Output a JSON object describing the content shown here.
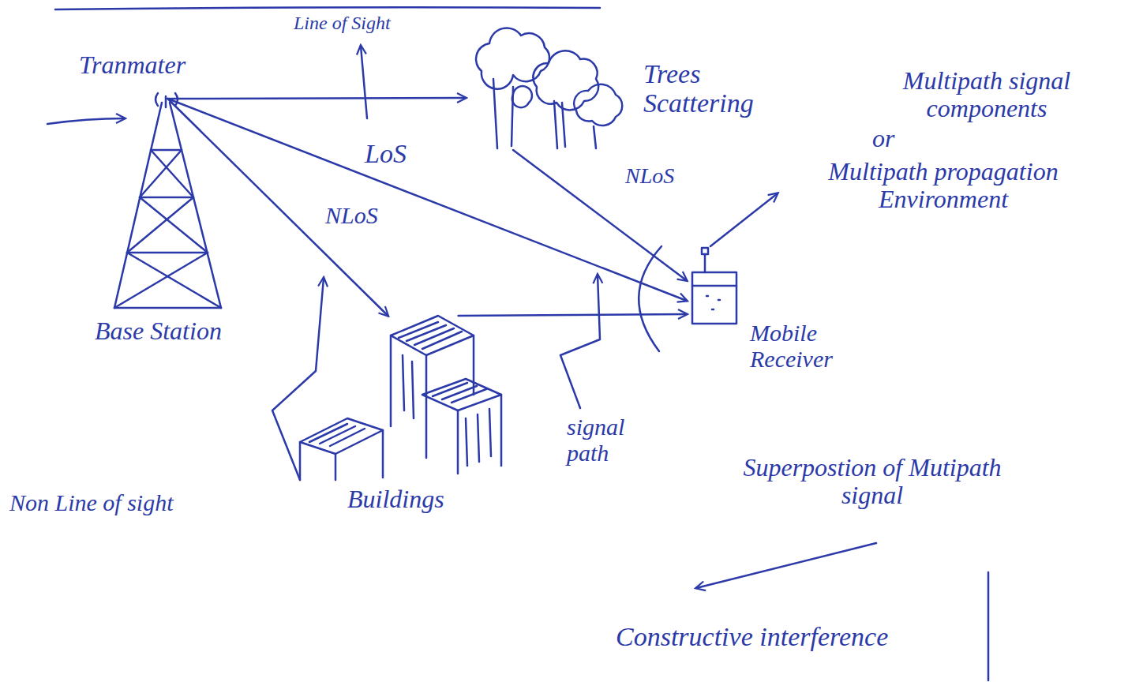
{
  "diagram": {
    "nodes": [
      {
        "text": [
          "Tranmater",
          "Base Station"
        ]
      },
      {
        "text": [
          "Trees Scattering"
        ]
      },
      {
        "text": [
          "Buildings"
        ]
      },
      {
        "text": [
          "Mobile Receiver"
        ]
      }
    ],
    "edges": [
      {
        "from": 0,
        "to": 1,
        "arrow": "to"
      },
      {
        "from": 0,
        "to": 3,
        "label": "LoS",
        "arrow": "to"
      },
      {
        "from": 0,
        "to": 2,
        "label": "NLoS",
        "arrow": "to"
      },
      {
        "from": 1,
        "to": 3,
        "label": "NLoS",
        "arrow": "to"
      },
      {
        "from": 2,
        "to": 3,
        "arrow": "to"
      }
    ],
    "labels": [
      "Line of Sight",
      "Multipath signal components",
      "or",
      "Multipath propagation Environment",
      "Non Line of sight",
      "signal path",
      "Superpostion of Mutipath signal",
      "Constructive interference"
    ]
  }
}
